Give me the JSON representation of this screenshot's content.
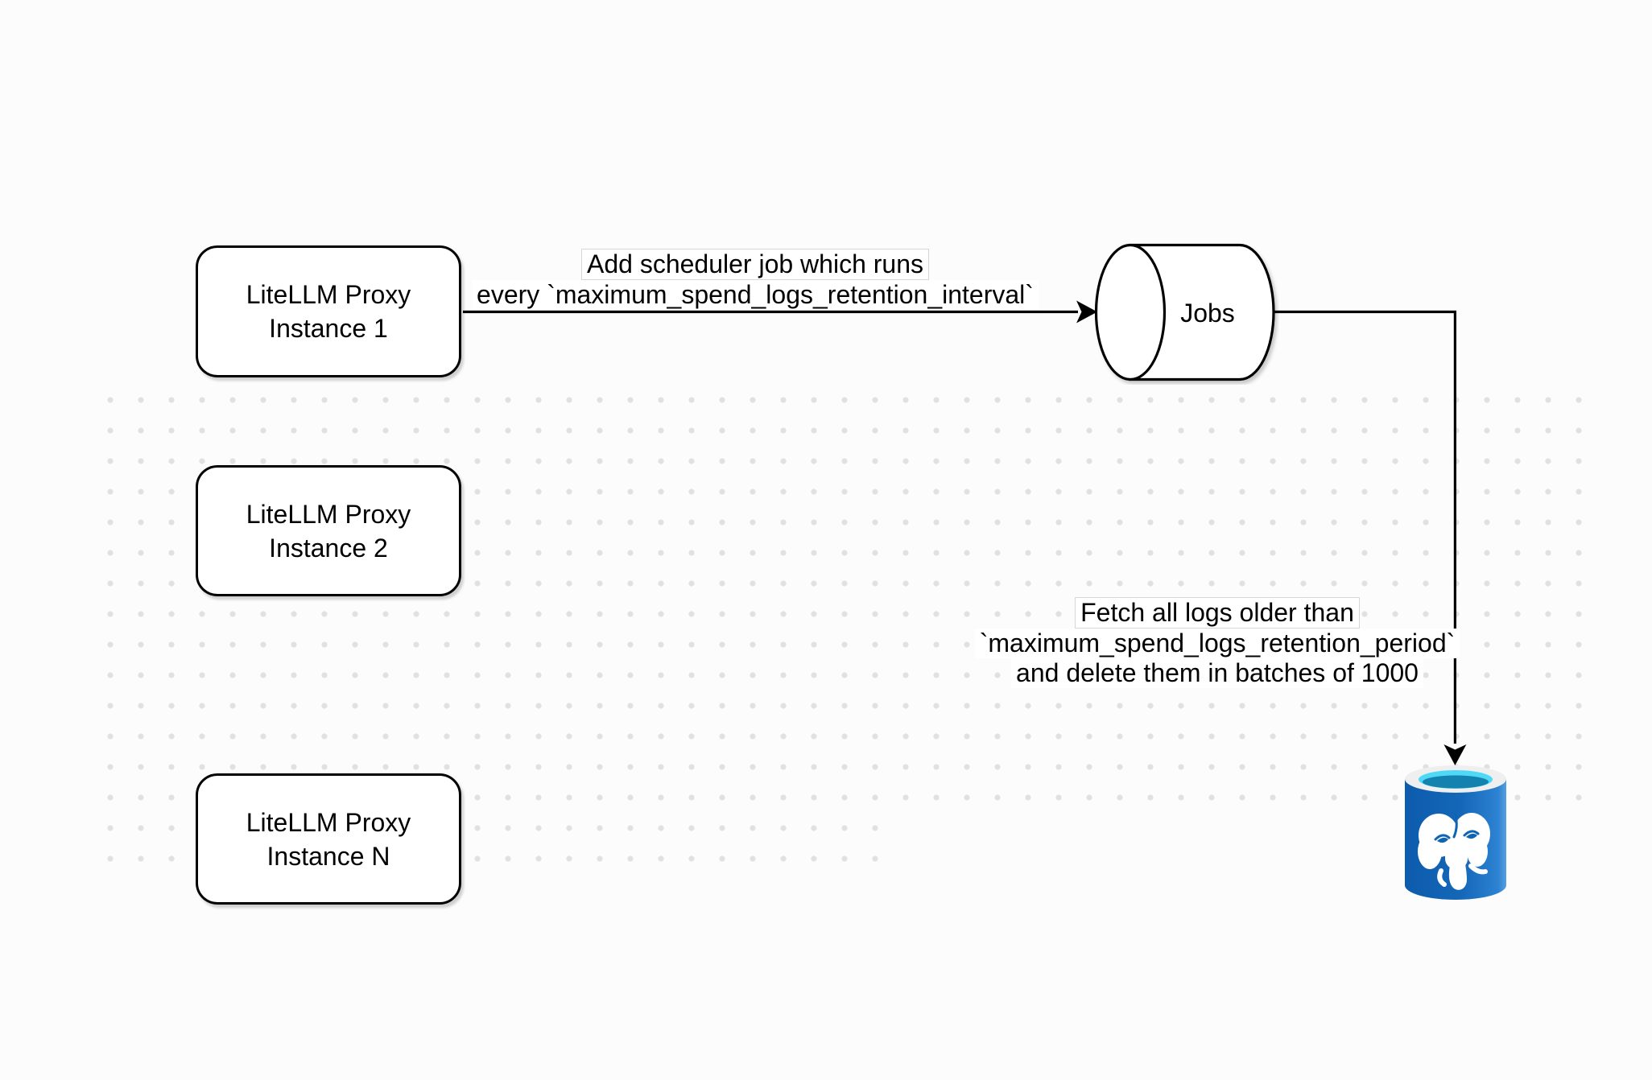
{
  "diagram": {
    "nodes": {
      "instance1": {
        "line1": "LiteLLM Proxy",
        "line2": "Instance 1"
      },
      "instance2": {
        "line1": "LiteLLM Proxy",
        "line2": "Instance 2"
      },
      "instanceN": {
        "line1": "LiteLLM Proxy",
        "line2": "Instance N"
      },
      "jobs": {
        "label": "Jobs"
      },
      "database": {
        "icon": "postgresql-database-icon"
      }
    },
    "edges": {
      "scheduler": {
        "line1": "Add scheduler job which runs",
        "line2": "every `maximum_spend_logs_retention_interval`"
      },
      "cleanup": {
        "line1": "Fetch all logs older than",
        "line2": "`maximum_spend_logs_retention_period`",
        "line3": "and delete them in batches of 1000"
      }
    },
    "colors": {
      "canvas_bg": "#fcfcfc",
      "grid_dot": "#e1e1e1",
      "shape_stroke": "#000000",
      "shape_fill": "#ffffff",
      "pg_body_blue": "#1467b8",
      "pg_body_blue_dark": "#0d5bad",
      "pg_body_blue_light": "#2e82d2",
      "pg_ring_white": "#efefef",
      "pg_cyan": "#4fd9f7",
      "pg_teal": "#1482ae",
      "pg_detail_blue": "#1064b4"
    }
  }
}
